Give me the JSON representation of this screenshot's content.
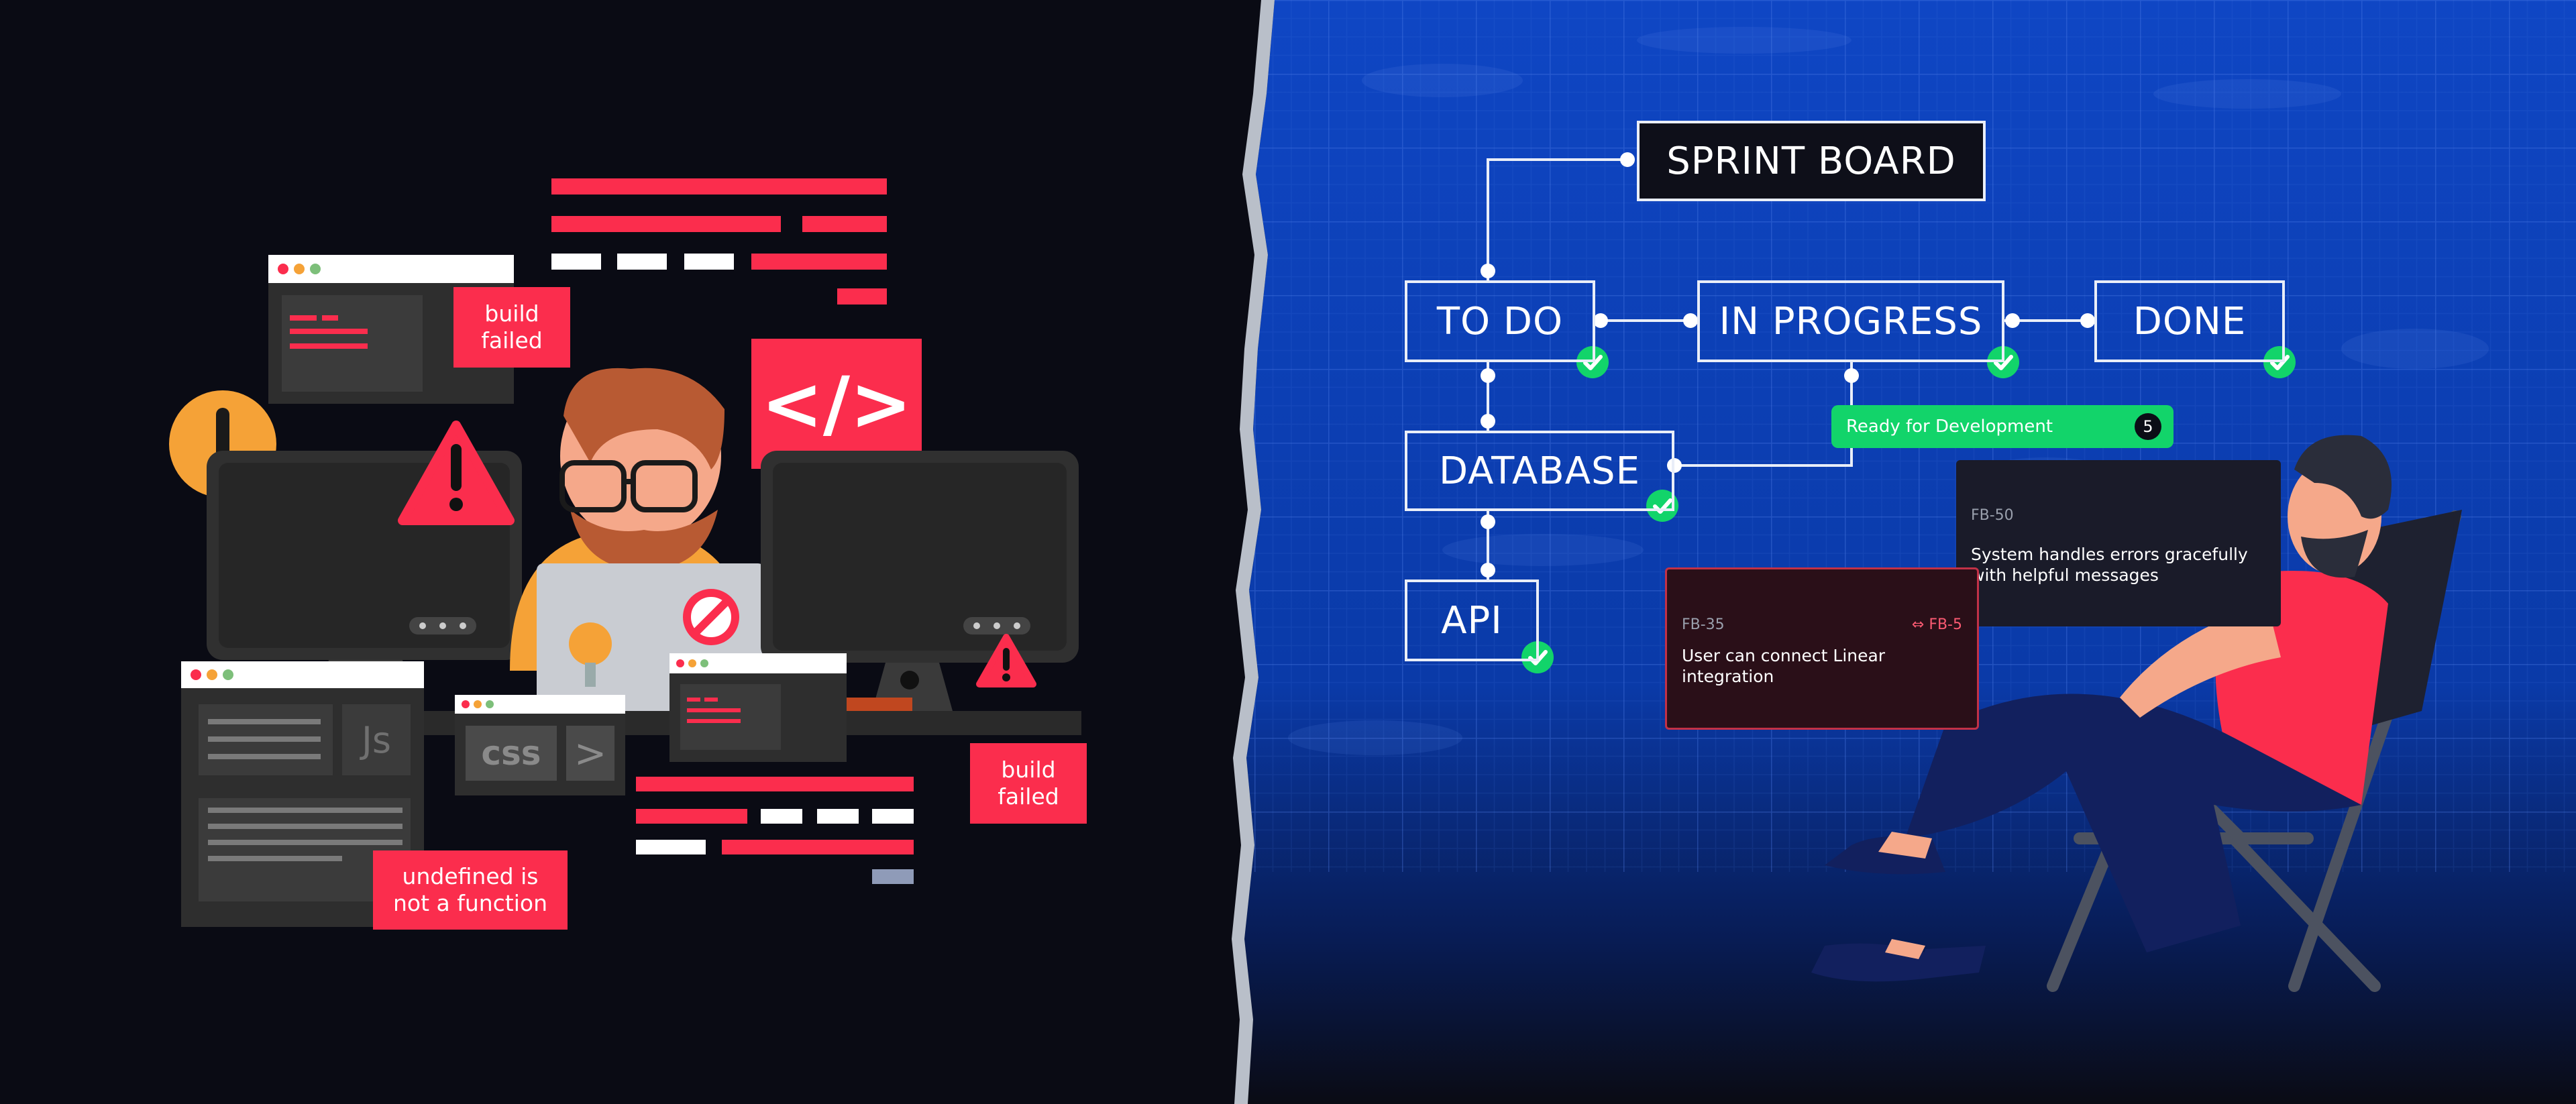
{
  "board": {
    "title": "SPRINT BOARD",
    "columns": [
      "TO DO",
      "IN PROGRESS",
      "DONE"
    ],
    "nodes": [
      "DATABASE",
      "API"
    ],
    "status_pill": {
      "label": "Ready for Development",
      "count": "5"
    }
  },
  "cards": [
    {
      "id": "FB-50",
      "text": "System handles errors gracefully with helpful messages",
      "link": ""
    },
    {
      "id": "FB-35",
      "text": "User can connect Linear integration",
      "link": "FB-5"
    }
  ],
  "errors": {
    "build_failed_top": [
      "build",
      "failed"
    ],
    "build_failed_bottom": [
      "build",
      "failed"
    ],
    "undefined": [
      "undefined is",
      "not a function"
    ]
  },
  "icons": {
    "code": "</>",
    "js": "Js",
    "css": "css",
    "prompt": ">"
  },
  "colors": {
    "background_left": "#0a0b14",
    "background_right": "#0c3fb3",
    "accent_red": "#fb2d4d",
    "accent_green": "#12d46a",
    "accent_orange": "#f5a237"
  }
}
